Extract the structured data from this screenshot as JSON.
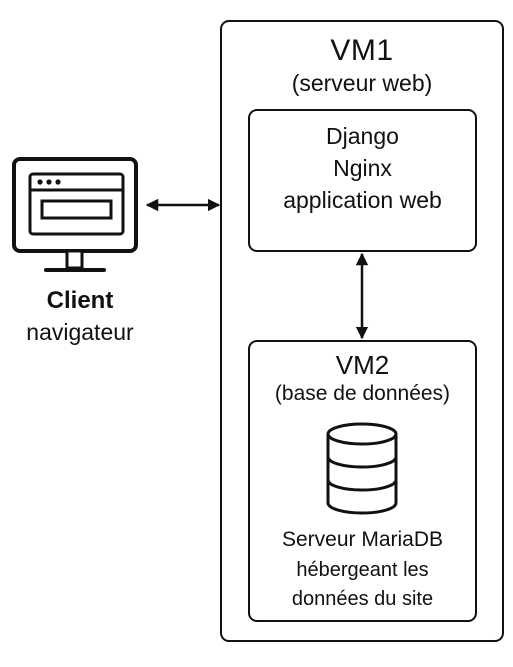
{
  "client": {
    "title": "Client",
    "subtitle": "navigateur"
  },
  "vm1": {
    "title": "VM1",
    "subtitle": "(serveur web)",
    "web": {
      "line1": "Django",
      "line2": "Nginx",
      "line3": "application web"
    }
  },
  "vm2": {
    "title": "VM2",
    "subtitle": "(base de données)",
    "db": {
      "line1": "Serveur MariaDB",
      "line2": "hébergeant les",
      "line3": "données du site"
    }
  },
  "icons": {
    "client": "monitor-icon",
    "database": "database-icon"
  },
  "colors": {
    "stroke": "#111111",
    "background": "#ffffff"
  }
}
